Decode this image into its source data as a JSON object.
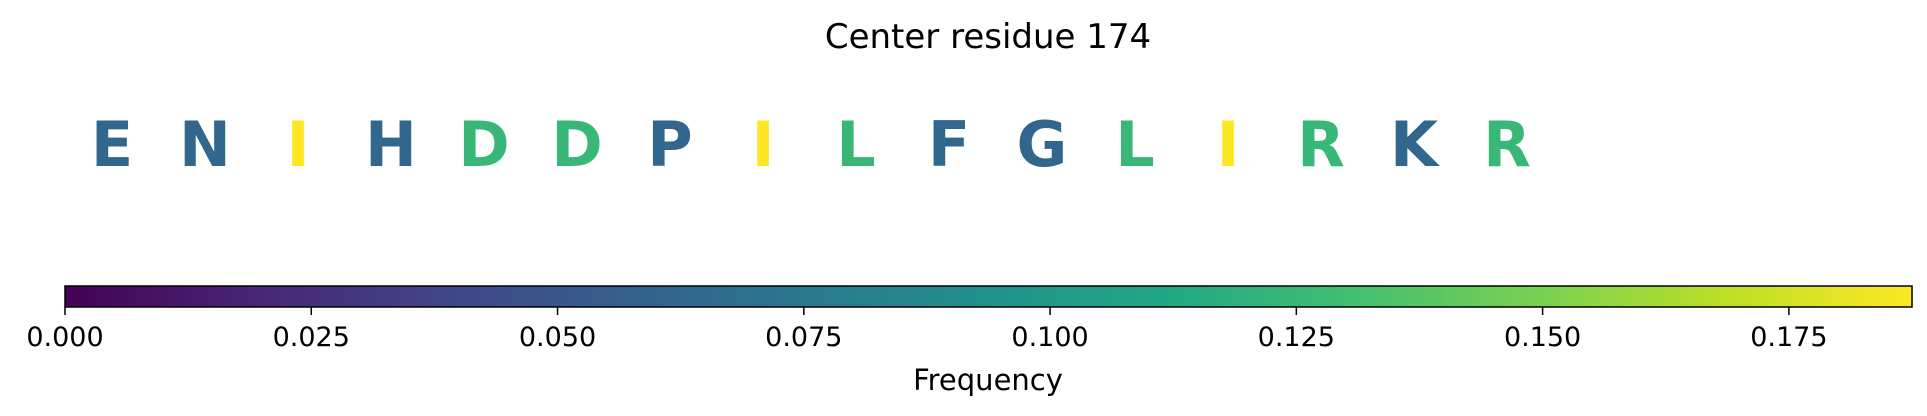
{
  "chart_data": {
    "type": "table",
    "title": "Center residue 174",
    "residues": [
      {
        "letter": "E",
        "frequency": 0.0625
      },
      {
        "letter": "N",
        "frequency": 0.0625
      },
      {
        "letter": "I",
        "frequency": 0.1875
      },
      {
        "letter": "H",
        "frequency": 0.0625
      },
      {
        "letter": "D",
        "frequency": 0.125
      },
      {
        "letter": "D",
        "frequency": 0.125
      },
      {
        "letter": "P",
        "frequency": 0.0625
      },
      {
        "letter": "I",
        "frequency": 0.1875
      },
      {
        "letter": "L",
        "frequency": 0.125
      },
      {
        "letter": "F",
        "frequency": 0.0625
      },
      {
        "letter": "G",
        "frequency": 0.0625
      },
      {
        "letter": "L",
        "frequency": 0.125
      },
      {
        "letter": "I",
        "frequency": 0.1875
      },
      {
        "letter": "R",
        "frequency": 0.125
      },
      {
        "letter": "K",
        "frequency": 0.0625
      },
      {
        "letter": "R",
        "frequency": 0.125
      }
    ],
    "colorbar": {
      "label": "Frequency",
      "range": [
        0,
        0.1875
      ],
      "colormap": "viridis",
      "ticks": [
        0.0,
        0.025,
        0.05,
        0.075,
        0.1,
        0.125,
        0.15,
        0.175
      ],
      "tick_labels": [
        "0.000",
        "0.025",
        "0.050",
        "0.075",
        "0.100",
        "0.125",
        "0.150",
        "0.175"
      ]
    }
  }
}
